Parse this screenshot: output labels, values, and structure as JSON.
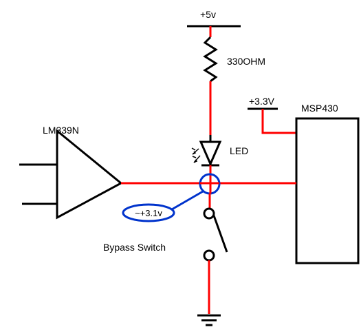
{
  "labels": {
    "supply_5v": "+5v",
    "resistor": "330OHM",
    "supply_3v3": "+3.3V",
    "mcu": "MSP430",
    "comparator": "LM339N",
    "led": "LED",
    "probe_voltage": "~+3.1v",
    "switch": "Bypass Switch"
  },
  "colors": {
    "wire_signal": "#ff0000",
    "wire_component": "#000000",
    "probe_highlight": "#0033cc",
    "background": "#ffffff"
  }
}
